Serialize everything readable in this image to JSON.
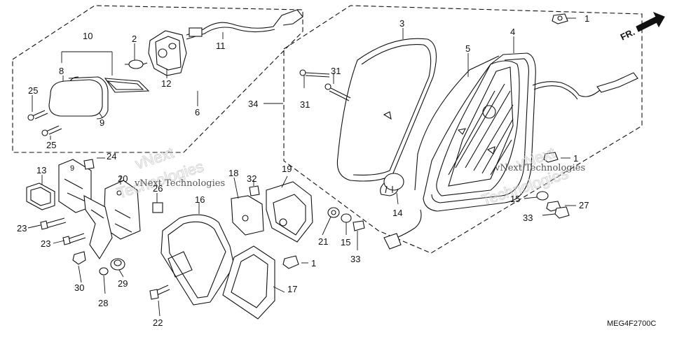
{
  "diagram": {
    "direction_label": "FR.",
    "diagram_code": "MEG4F2700C",
    "watermark": {
      "line1": "vNext Technologies",
      "line2": "vNext Technologies",
      "big1": "vNext",
      "big2": "Technologies"
    },
    "callouts": [
      {
        "id": "c1a",
        "label": "1"
      },
      {
        "id": "c1b",
        "label": "1"
      },
      {
        "id": "c1c",
        "label": "1"
      },
      {
        "id": "c2",
        "label": "2"
      },
      {
        "id": "c3",
        "label": "3"
      },
      {
        "id": "c4",
        "label": "4"
      },
      {
        "id": "c5",
        "label": "5"
      },
      {
        "id": "c6",
        "label": "6"
      },
      {
        "id": "c8",
        "label": "8"
      },
      {
        "id": "c9",
        "label": "9"
      },
      {
        "id": "c10",
        "label": "10"
      },
      {
        "id": "c11",
        "label": "11"
      },
      {
        "id": "c12",
        "label": "12"
      },
      {
        "id": "c13",
        "label": "13"
      },
      {
        "id": "c14",
        "label": "14"
      },
      {
        "id": "c15a",
        "label": "15"
      },
      {
        "id": "c15b",
        "label": "15"
      },
      {
        "id": "c16",
        "label": "16"
      },
      {
        "id": "c17",
        "label": "17"
      },
      {
        "id": "c18",
        "label": "18"
      },
      {
        "id": "c19",
        "label": "19"
      },
      {
        "id": "c20",
        "label": "20"
      },
      {
        "id": "c21",
        "label": "21"
      },
      {
        "id": "c22",
        "label": "22"
      },
      {
        "id": "c23a",
        "label": "23"
      },
      {
        "id": "c23b",
        "label": "23"
      },
      {
        "id": "c24",
        "label": "24"
      },
      {
        "id": "c25a",
        "label": "25"
      },
      {
        "id": "c25b",
        "label": "25"
      },
      {
        "id": "c26",
        "label": "26"
      },
      {
        "id": "c27",
        "label": "27"
      },
      {
        "id": "c28",
        "label": "28"
      },
      {
        "id": "c29",
        "label": "29"
      },
      {
        "id": "c30",
        "label": "30"
      },
      {
        "id": "c31a",
        "label": "31"
      },
      {
        "id": "c31b",
        "label": "31"
      },
      {
        "id": "c32",
        "label": "32"
      },
      {
        "id": "c33a",
        "label": "33"
      },
      {
        "id": "c33b",
        "label": "33"
      },
      {
        "id": "c34",
        "label": "34"
      }
    ]
  }
}
